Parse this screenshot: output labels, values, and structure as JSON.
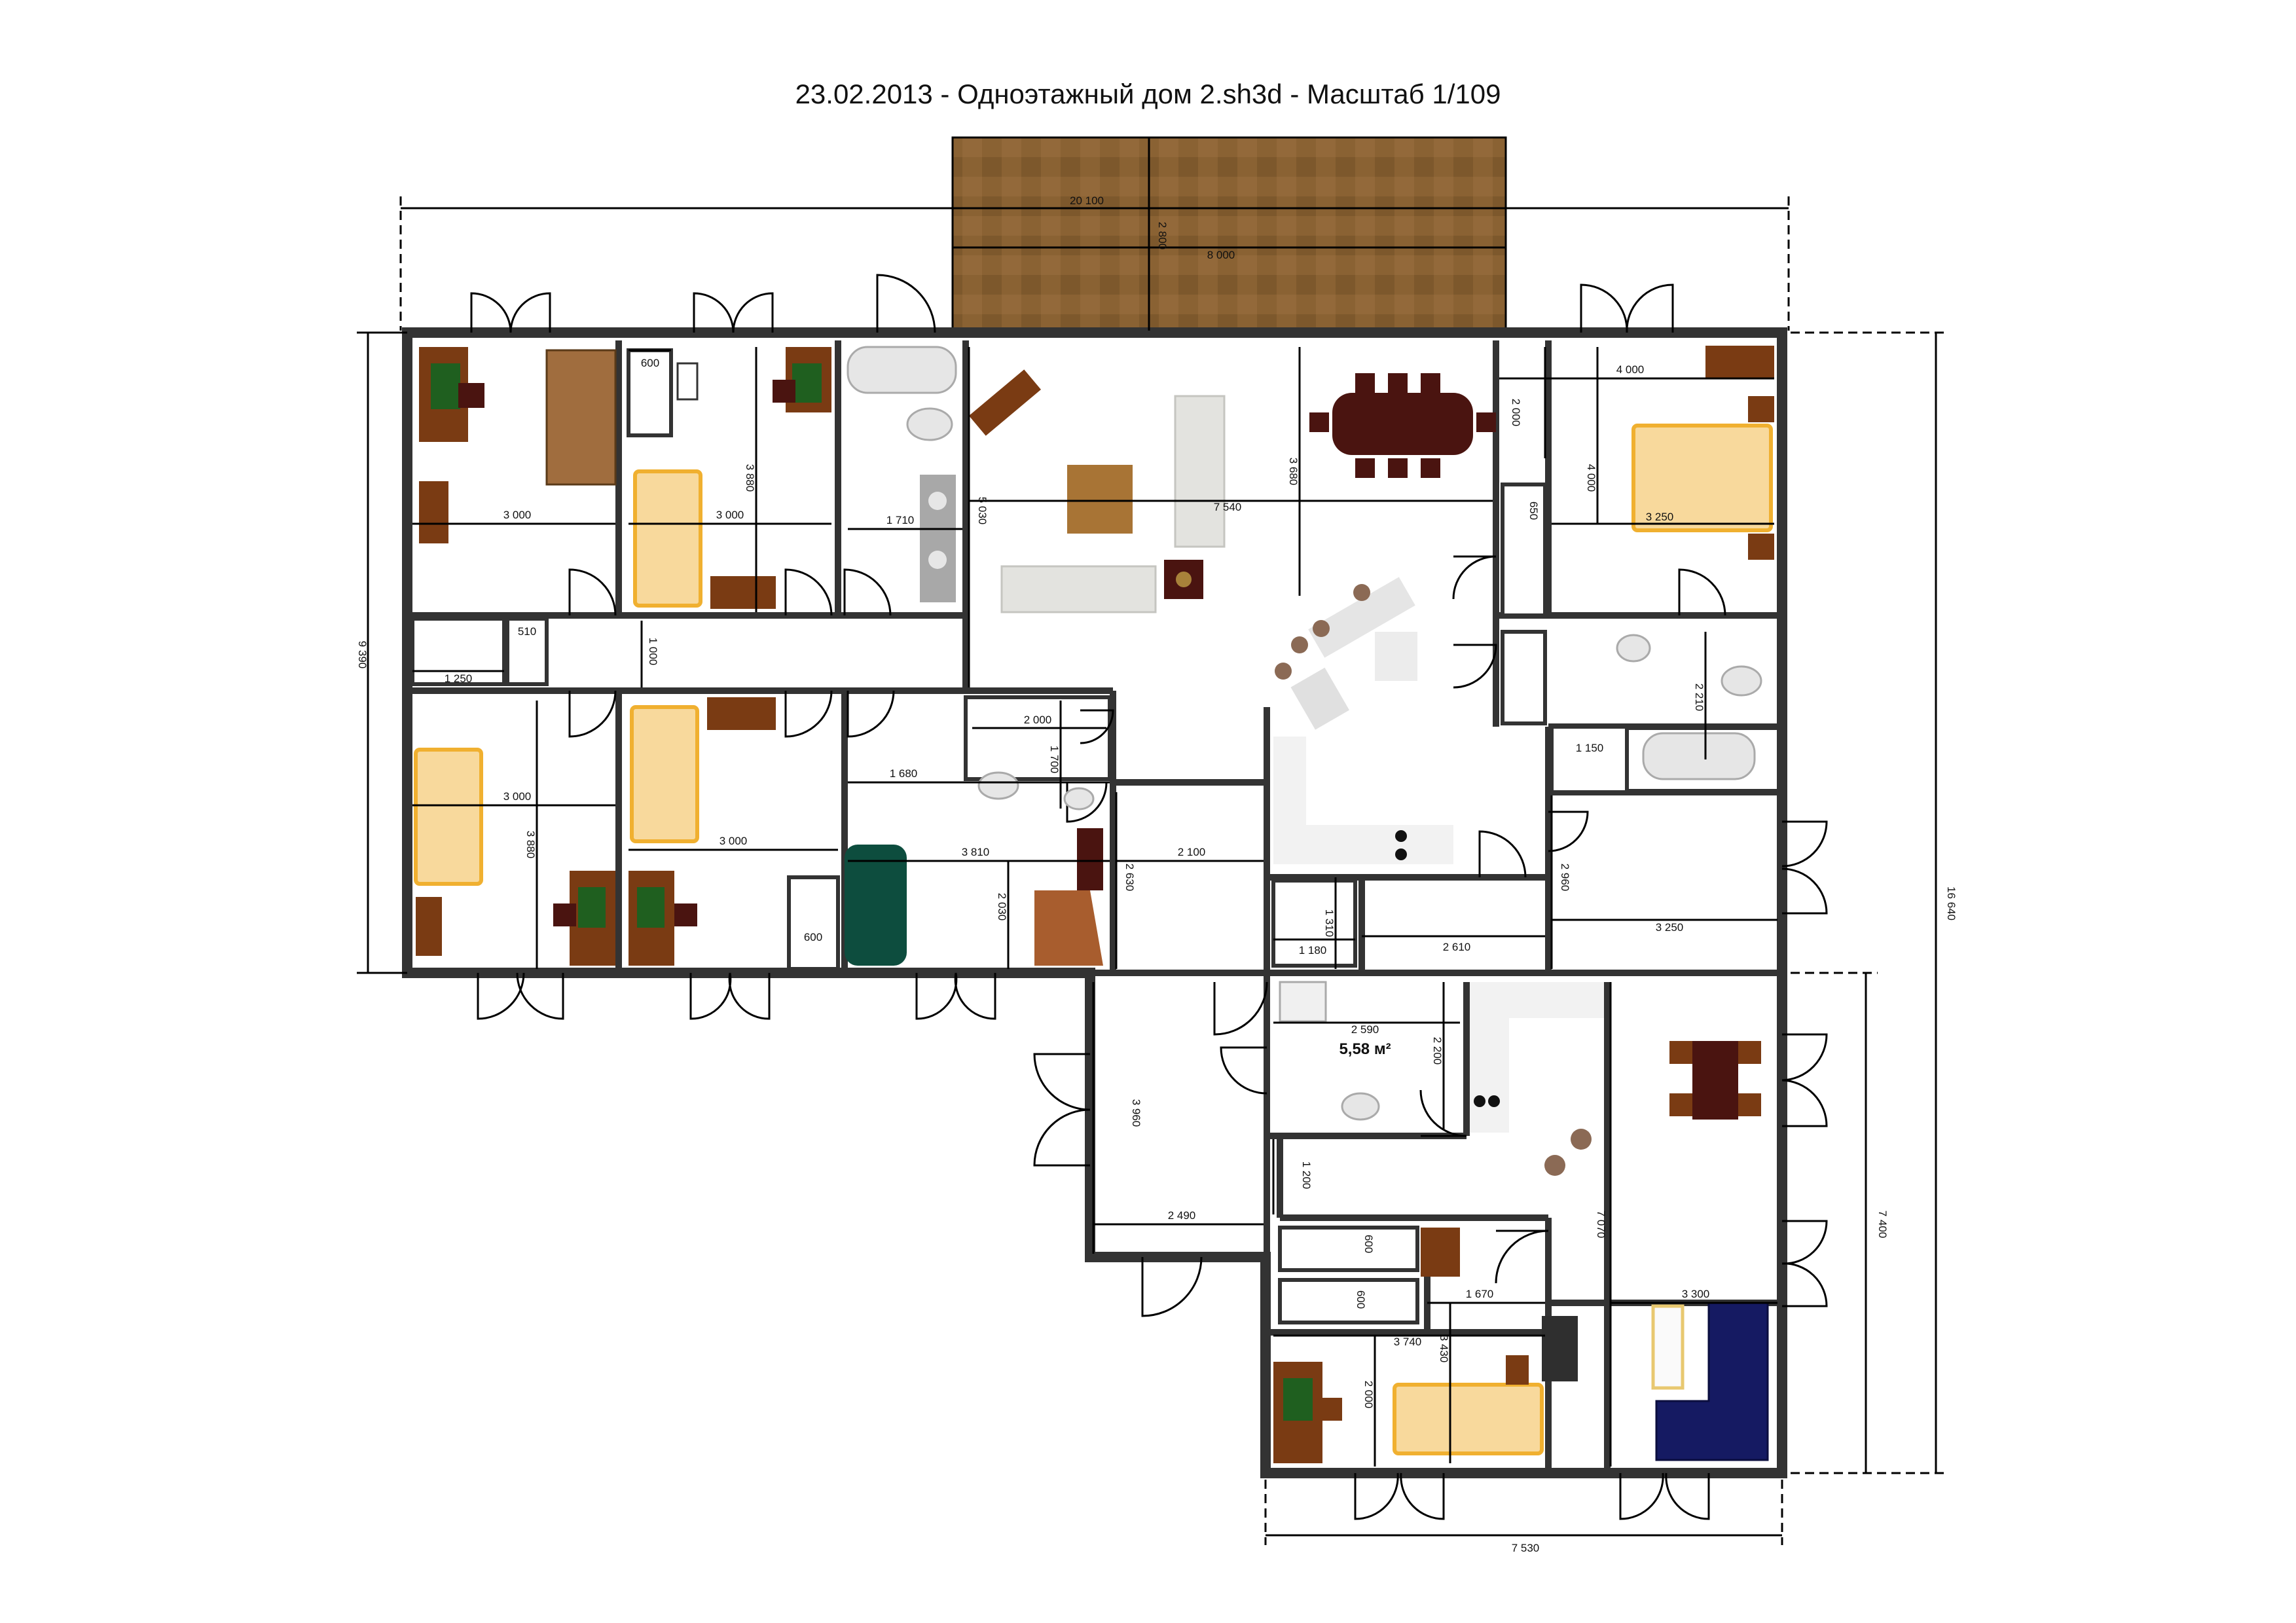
{
  "title": "23.02.2013 - Одноэтажный дом 2.sh3d - Масштаб 1/109",
  "colors": {
    "wall": "#7a7a7a",
    "wood_dark": "#7a3b13",
    "wood_deck": "#8a6233",
    "green": "#1f5f1f",
    "bed": "#f8d99c",
    "bed_edge": "#f0b030",
    "sofa_gray": "#e3e3df",
    "dining": "#4a1410",
    "teal_sofa": "#0d4d3e",
    "navy_sofa": "#151a62"
  },
  "area_label": "5,58 м²",
  "dimensions": {
    "d20100": "20 100",
    "d2800": "2 800",
    "d8000": "8 000",
    "d9390": "9 390",
    "d16640": "16 640",
    "d7400": "7 400",
    "d7530": "7 530",
    "d3000a": "3 000",
    "d600a": "600",
    "d3880a": "3 880",
    "d3000b": "3 000",
    "d1710": "1 710",
    "d5030": "5 030",
    "d7540": "7 540",
    "d3680": "3 680",
    "d4000a": "4 000",
    "d2000a": "2 000",
    "d4000b": "4 000",
    "d650": "650",
    "d3250a": "3 250",
    "d510": "510",
    "d1000": "1 000",
    "d1250": "1 250",
    "d2210": "2 210",
    "d1150": "1 150",
    "d3000c": "3 000",
    "d3880b": "3 880",
    "d3000d": "3 000",
    "d2000b": "2 000",
    "d1700": "1 700",
    "d1680": "1 680",
    "d3810": "3 810",
    "d2030": "2 030",
    "d600b": "600",
    "d2630": "2 630",
    "d2100": "2 100",
    "d2960": "2 960",
    "d3250b": "3 250",
    "d1310": "1 310",
    "d2610": "2 610",
    "d1180": "1 180",
    "d2590": "2 590",
    "d2200": "2 200",
    "d3960": "3 960",
    "d2490": "2 490",
    "d1200": "1 200",
    "d7070": "7 070",
    "d600c": "600",
    "d600d": "600",
    "d1670": "1 670",
    "d3300": "3 300",
    "d3740": "3 740",
    "d3430": "3 430",
    "d2000c": "2 000"
  }
}
